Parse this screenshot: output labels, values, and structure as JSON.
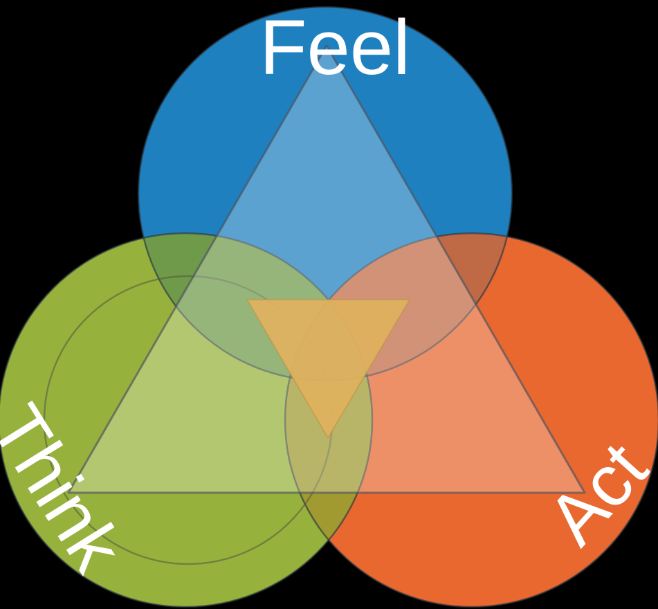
{
  "diagram": {
    "type": "venn-triangle",
    "labels": {
      "top": "Feel",
      "left": "Think",
      "right": "Act"
    },
    "colors": {
      "background": "#000000",
      "blue": "#1f80c0",
      "green": "#97b23c",
      "orange": "#e8682f",
      "blue_green_overlap": "#6f9a49",
      "blue_orange_overlap": "#c06a45",
      "green_orange_overlap": "#a09a31",
      "center_overlap": "#6e7c3a",
      "inner_triangle": "#e0b25f",
      "text": "#ffffff"
    }
  }
}
